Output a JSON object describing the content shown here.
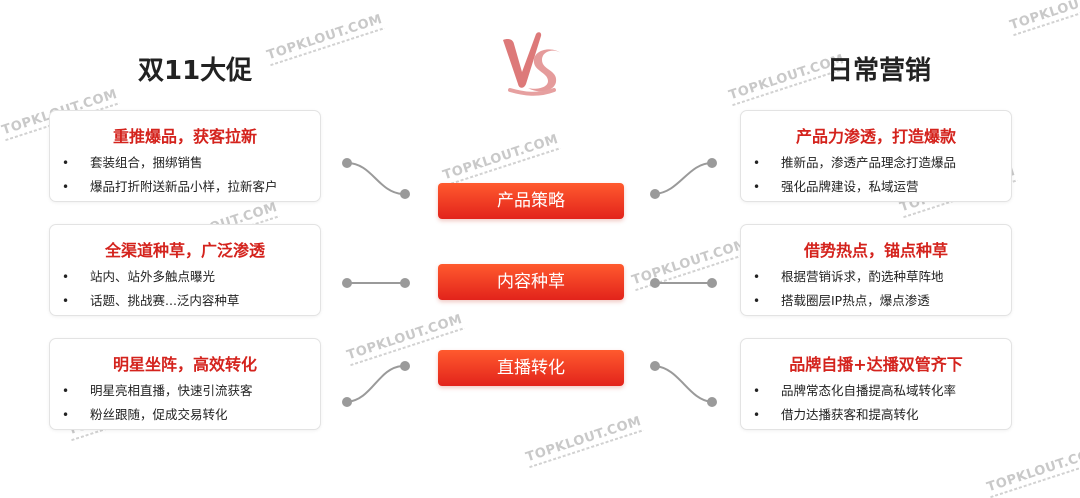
{
  "left_title": "双11大促",
  "right_title": "日常营销",
  "watermark": "TOPKLOUT.COM",
  "center_pills": [
    "产品策略",
    "内容种草",
    "直播转化"
  ],
  "left_cards": [
    {
      "title": "重推爆品，获客拉新",
      "items": [
        "套装组合，捆绑销售",
        "爆品打折附送新品小样，拉新客户"
      ]
    },
    {
      "title": "全渠道种草，广泛渗透",
      "items": [
        "站内、站外多触点曝光",
        "话题、挑战赛...泛内容种草"
      ]
    },
    {
      "title": "明星坐阵，高效转化",
      "items": [
        "明星亮相直播，快速引流获客",
        "粉丝跟随，促成交易转化"
      ]
    }
  ],
  "right_cards": [
    {
      "title": "产品力渗透，打造爆款",
      "items": [
        "推新品，渗透产品理念打造爆品",
        "强化品牌建设，私域运营"
      ]
    },
    {
      "title": "借势热点，锚点种草",
      "items": [
        "根据营销诉求，酌选种草阵地",
        "搭载圈层IP热点，爆点渗透"
      ]
    },
    {
      "title": "品牌自播+达播双管齐下",
      "items": [
        "品牌常态化自播提高私域转化率",
        "借力达播获客和提高转化"
      ]
    }
  ],
  "colors": {
    "accent_red": "#d4231d",
    "pill_top": "#ff5a2e",
    "pill_bottom": "#e2231b",
    "connector": "#9a9a9a"
  }
}
